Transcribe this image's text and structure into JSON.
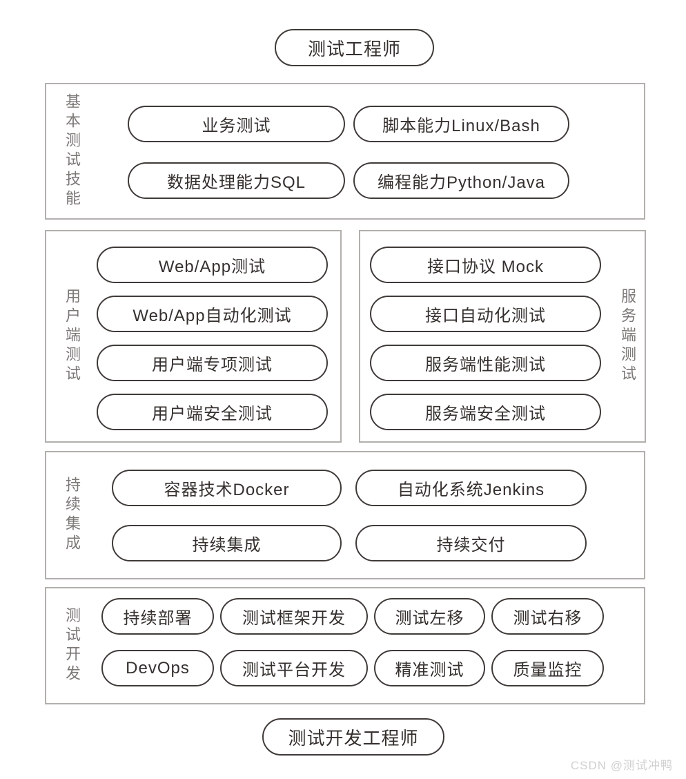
{
  "diagram": {
    "root": {
      "label": "测试工程师"
    },
    "leaf": {
      "label": "测试开发工程师"
    },
    "watermark": "CSDN @测试冲鸭"
  },
  "sections": {
    "basic": {
      "label": "基本测试技能",
      "pills": [
        "业务测试",
        "脚本能力Linux/Bash",
        "数据处理能力SQL",
        "编程能力Python/Java"
      ]
    },
    "client": {
      "label": "用户端测试",
      "pills": [
        "Web/App测试",
        "Web/App自动化测试",
        "用户端专项测试",
        "用户端安全测试"
      ]
    },
    "server": {
      "label": "服务端测试",
      "pills": [
        "接口协议 Mock",
        "接口自动化测试",
        "服务端性能测试",
        "服务端安全测试"
      ]
    },
    "ci": {
      "label": "持续集成",
      "pills": [
        "容器技术Docker",
        "自动化系统Jenkins",
        "持续集成",
        "持续交付"
      ]
    },
    "testdev": {
      "label": "测试开发",
      "pills": [
        "持续部署",
        "测试框架开发",
        "测试左移",
        "测试右移",
        "DevOps",
        "测试平台开发",
        "精准测试",
        "质量监控"
      ]
    }
  },
  "colors": {
    "background": "#ffffff",
    "pill_border": "#3f3a38",
    "pill_text": "#35302e",
    "box_border": "#b2afac",
    "section_label": "#7b7876",
    "watermark": "#d0d0d0"
  }
}
